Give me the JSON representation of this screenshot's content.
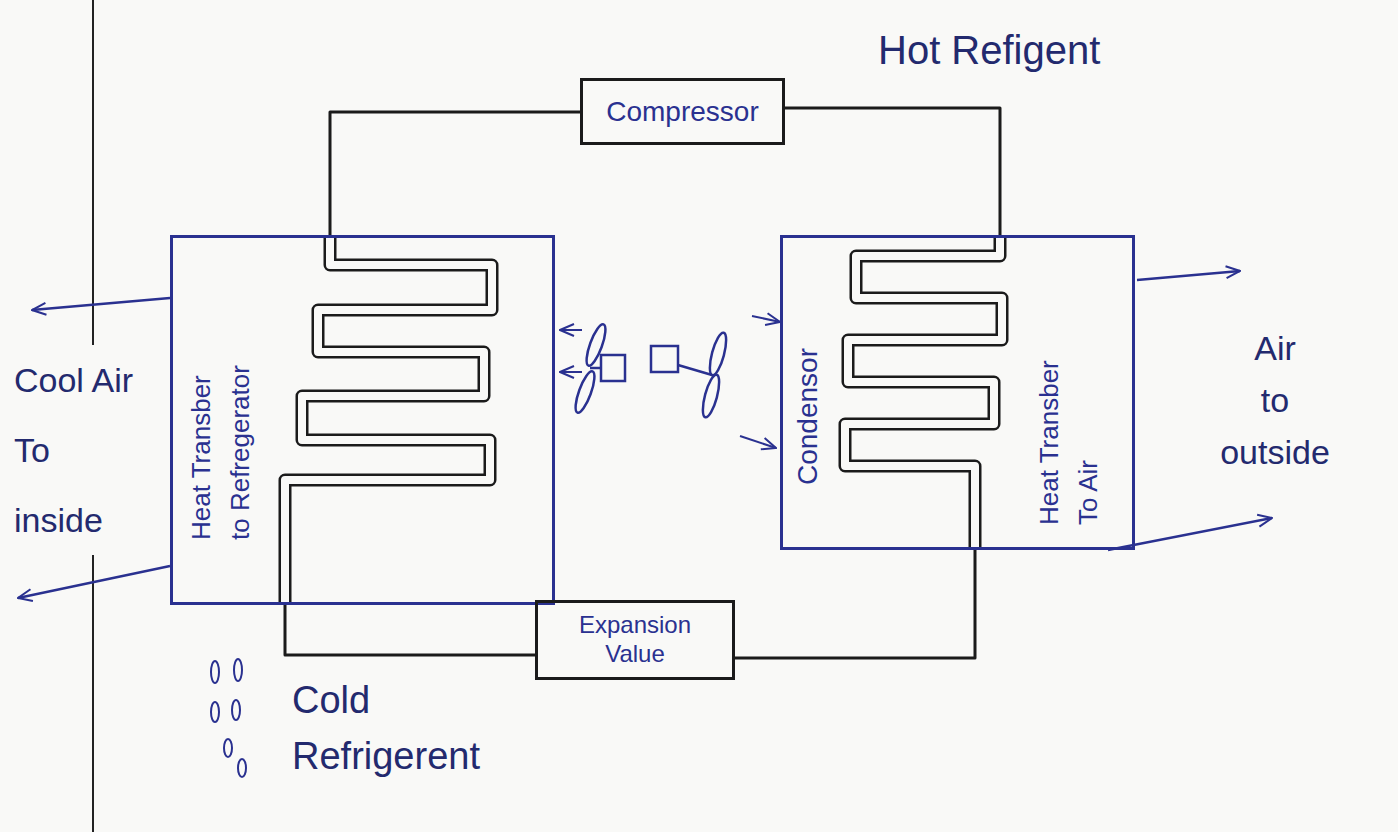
{
  "diagram": {
    "nodes": [
      {
        "text": [
          "Compressor"
        ]
      },
      {
        "text": [
          "Heat Transber to Refregerator"
        ]
      },
      {
        "text": [
          "Condensor",
          "Heat Transber To Air"
        ]
      },
      {
        "text": [
          "Expansion Value"
        ]
      }
    ],
    "edges": [
      {
        "from": 0,
        "to": 2,
        "arrow": "none"
      },
      {
        "from": 2,
        "to": 3,
        "arrow": "none"
      },
      {
        "from": 3,
        "to": 1,
        "arrow": "none"
      },
      {
        "from": 1,
        "to": 0,
        "arrow": "none"
      }
    ],
    "labels": [
      "Hot Refigent",
      "Cool Air To inside",
      "Air to outside",
      "Cold Refrigerent"
    ]
  }
}
